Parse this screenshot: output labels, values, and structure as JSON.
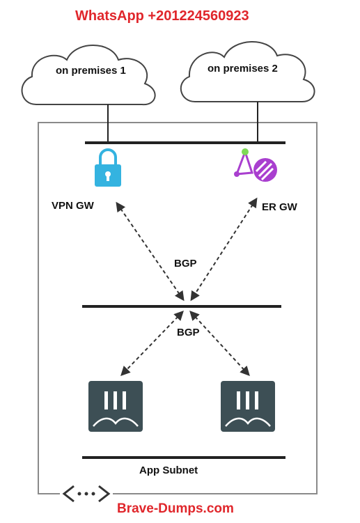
{
  "header": {
    "text": "WhatsApp +201224560923"
  },
  "footer": {
    "text": "Brave-Dumps.com"
  },
  "clouds": [
    {
      "label": "on premises 1"
    },
    {
      "label": "on premises 2"
    }
  ],
  "gateways": {
    "vpn": {
      "label": "VPN GW",
      "icon": "lock-icon"
    },
    "er": {
      "label": "ER GW",
      "icon": "expressroute-icon"
    }
  },
  "bgp_labels": [
    "BGP",
    "BGP"
  ],
  "subnet": {
    "label": "App Subnet",
    "icon": "vnet-ellipsis-icon"
  },
  "nvas": [
    {
      "icon": "nva-appliance-icon"
    },
    {
      "icon": "nva-appliance-icon"
    }
  ],
  "colors": {
    "header": "#e0262b",
    "vpn": "#34b3e0",
    "er": "#a93fcf",
    "nva": "#3d4f55",
    "line": "#222222"
  }
}
